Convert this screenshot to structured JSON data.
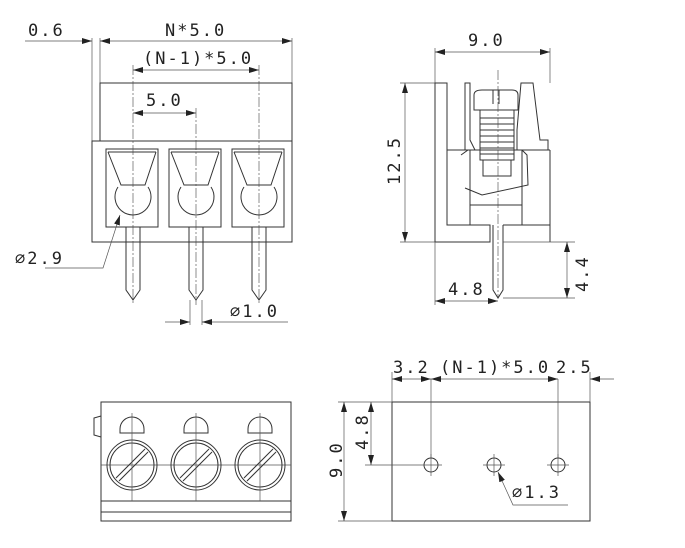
{
  "front_view": {
    "dim_overhang": "0.6",
    "dim_total": "N*5.0",
    "dim_span": "(N-1)*5.0",
    "dim_pitch": "5.0",
    "dim_wire_hole": "∅2.9",
    "dim_pin": "∅1.0"
  },
  "side_view": {
    "dim_depth": "9.0",
    "dim_height": "12.5",
    "dim_pin_length": "4.4",
    "dim_pin_offset": "4.8"
  },
  "footprint_view": {
    "dim_left": "3.2",
    "dim_span": "(N-1)*5.0",
    "dim_right": "2.5",
    "dim_depth": "9.0",
    "dim_hole_offset": "4.8",
    "dim_hole": "∅1.3"
  }
}
